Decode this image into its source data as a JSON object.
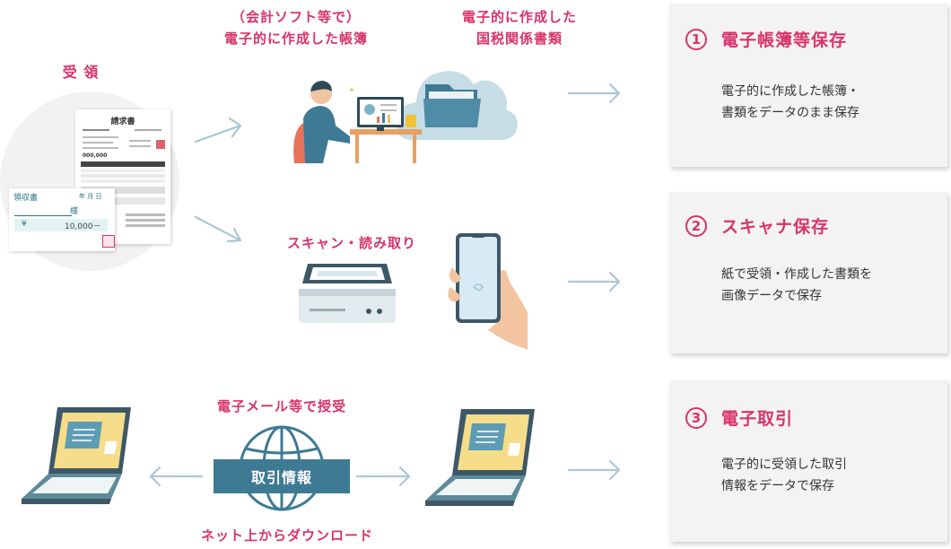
{
  "receive": {
    "label": "受 領"
  },
  "invoice": {
    "title": "請求書",
    "total": "000,000"
  },
  "receipt": {
    "title": "領収書",
    "date": "年  月  日",
    "sama": "様",
    "amount": "10,000－"
  },
  "flow_top": {
    "label_line1": "（会計ソフト等で）",
    "label_line2": "電子的に作成した帳簿",
    "cloud_line1": "電子的に作成した",
    "cloud_line2": "国税関係書類"
  },
  "flow_mid": {
    "label": "スキャン・読み取り"
  },
  "flow_bottom": {
    "top_label": "電子メール等で授受",
    "badge": "取引情報",
    "bottom_label": "ネット上からダウンロード"
  },
  "cards": [
    {
      "num": "1",
      "title": "電子帳簿等保存",
      "desc_line1": "電子的に作成した帳簿・",
      "desc_line2": "書類をデータのまま保存"
    },
    {
      "num": "2",
      "title": "スキャナ保存",
      "desc_line1": "紙で受領・作成した書類を",
      "desc_line2": "画像データで保存"
    },
    {
      "num": "3",
      "title": "電子取引",
      "desc_line1": "電子的に受領した取引",
      "desc_line2": "情報をデータで保存"
    }
  ],
  "colors": {
    "accent": "#d8336c",
    "teal": "#3e7a94",
    "arrow": "#a9c7d4"
  }
}
